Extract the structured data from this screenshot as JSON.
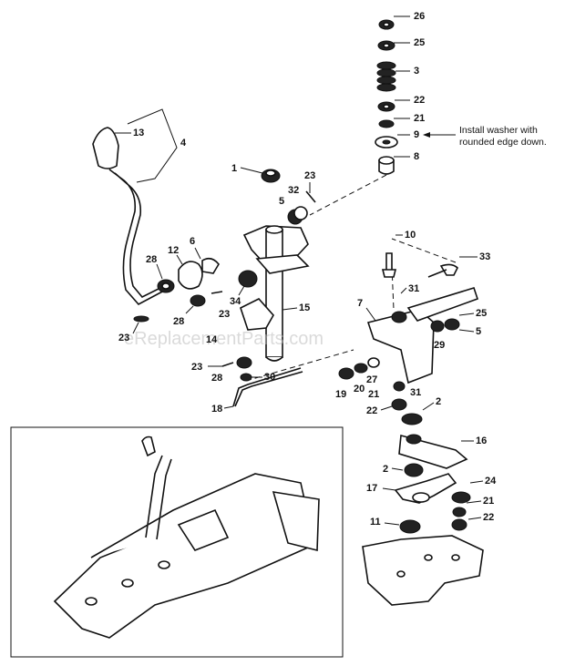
{
  "callouts": [
    {
      "id": "c26a",
      "text": "26"
    },
    {
      "id": "c25a",
      "text": "25"
    },
    {
      "id": "c3",
      "text": "3"
    },
    {
      "id": "c22a",
      "text": "22"
    },
    {
      "id": "c21a",
      "text": "21"
    },
    {
      "id": "c9",
      "text": "9"
    },
    {
      "id": "c8",
      "text": "8"
    },
    {
      "id": "c13",
      "text": "13"
    },
    {
      "id": "c4",
      "text": "4"
    },
    {
      "id": "c1",
      "text": "1"
    },
    {
      "id": "c23a",
      "text": "23"
    },
    {
      "id": "c32",
      "text": "32"
    },
    {
      "id": "c5a",
      "text": "5"
    },
    {
      "id": "c10",
      "text": "10"
    },
    {
      "id": "c33",
      "text": "33"
    },
    {
      "id": "c6",
      "text": "6"
    },
    {
      "id": "c12",
      "text": "12"
    },
    {
      "id": "c28a",
      "text": "28"
    },
    {
      "id": "c34",
      "text": "34"
    },
    {
      "id": "c23b",
      "text": "23"
    },
    {
      "id": "c15",
      "text": "15"
    },
    {
      "id": "c7",
      "text": "7"
    },
    {
      "id": "c31a",
      "text": "31"
    },
    {
      "id": "c25b",
      "text": "25"
    },
    {
      "id": "c5b",
      "text": "5"
    },
    {
      "id": "c28b",
      "text": "28"
    },
    {
      "id": "c14",
      "text": "14"
    },
    {
      "id": "c23c",
      "text": "23"
    },
    {
      "id": "c29",
      "text": "29"
    },
    {
      "id": "c23d",
      "text": "23"
    },
    {
      "id": "c28c",
      "text": "28"
    },
    {
      "id": "c30",
      "text": "30"
    },
    {
      "id": "c19",
      "text": "19"
    },
    {
      "id": "c20",
      "text": "20"
    },
    {
      "id": "c27",
      "text": "27"
    },
    {
      "id": "c21b",
      "text": "21"
    },
    {
      "id": "c31b",
      "text": "31"
    },
    {
      "id": "c18",
      "text": "18"
    },
    {
      "id": "c22b",
      "text": "22"
    },
    {
      "id": "c2a",
      "text": "2"
    },
    {
      "id": "c16",
      "text": "16"
    },
    {
      "id": "c2b",
      "text": "2"
    },
    {
      "id": "c24",
      "text": "24"
    },
    {
      "id": "c17",
      "text": "17"
    },
    {
      "id": "c21c",
      "text": "21"
    },
    {
      "id": "c11",
      "text": "11"
    },
    {
      "id": "c22c",
      "text": "22"
    }
  ],
  "note": {
    "line1": "Install washer with",
    "line2": "rounded edge down."
  },
  "watermark": "eReplacementParts.com"
}
